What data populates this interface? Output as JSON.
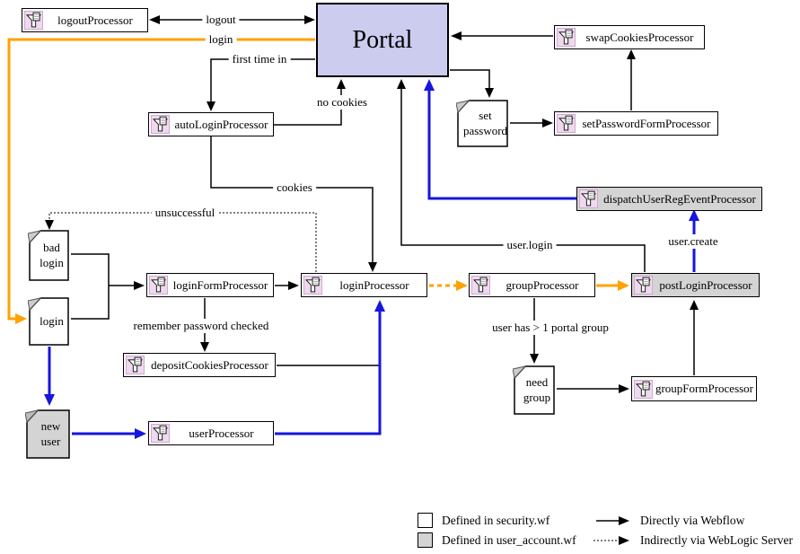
{
  "nodes": {
    "portal": "Portal",
    "processors": [
      "logoutProcessor",
      "autoLoginProcessor",
      "swapCookiesProcessor",
      "setPasswordFormProcessor",
      "dispatchUserRegEventProcessor",
      "loginFormProcessor",
      "loginProcessor",
      "groupProcessor",
      "postLoginProcessor",
      "depositCookiesProcessor",
      "groupFormProcessor",
      "userProcessor"
    ],
    "documents": [
      "bad\nlogin",
      "login",
      "set\npassword",
      "need\ngroup",
      "new\nuser"
    ]
  },
  "edge_labels": {
    "logout": "logout",
    "login": "login",
    "first_time_in": "first time in",
    "no_cookies": "no cookies",
    "cookies": "cookies",
    "unsuccessful": "unsuccessful",
    "user_login": "user.login",
    "user_create": "user.create",
    "remember_password": "remember password checked",
    "portal_group": "user has > 1 portal group"
  },
  "legend": {
    "security": "Defined in security.wf",
    "user_account": "Defined in user_account.wf",
    "direct": "Directly via Webflow",
    "indirect": "Indirectly via WebLogic Server"
  },
  "colors": {
    "webflow_orange": "#FFA200",
    "webflow_blue": "#1616DD",
    "portal_fill": "#CCCCEE",
    "user_account_fill": "#D4D4D4",
    "processor_icon_bg": "#EFD9EF"
  }
}
